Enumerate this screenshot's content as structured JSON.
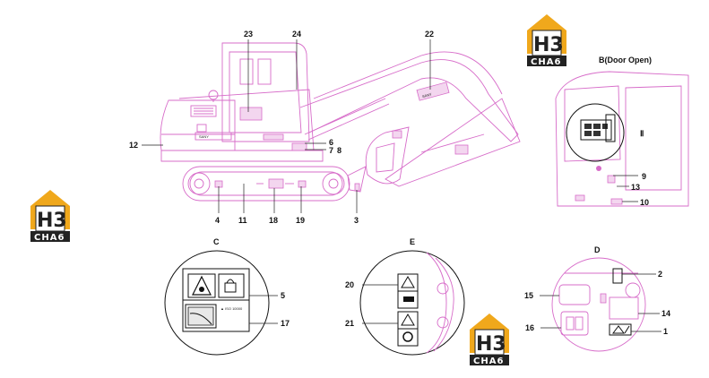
{
  "watermark": {
    "mark": "H3",
    "word": "CHA6"
  },
  "view_title": "B(Door Open)",
  "sections": {
    "c": "C",
    "d": "D",
    "e": "E"
  },
  "room_label": "Ⅱ",
  "callouts": {
    "n1": "1",
    "n2": "2",
    "n3": "3",
    "n4": "4",
    "n5": "5",
    "n6": "6",
    "n7": "7",
    "n8": "8",
    "n9": "9",
    "n10": "10",
    "n11": "11",
    "n12": "12",
    "n13": "13",
    "n14": "14",
    "n15": "15",
    "n16": "16",
    "n17": "17",
    "n18": "18",
    "n19": "19",
    "n20": "20",
    "n21": "21",
    "n22": "22",
    "n23": "23",
    "n24": "24"
  },
  "decal_text": {
    "iso": "▲ ISO 10000"
  }
}
